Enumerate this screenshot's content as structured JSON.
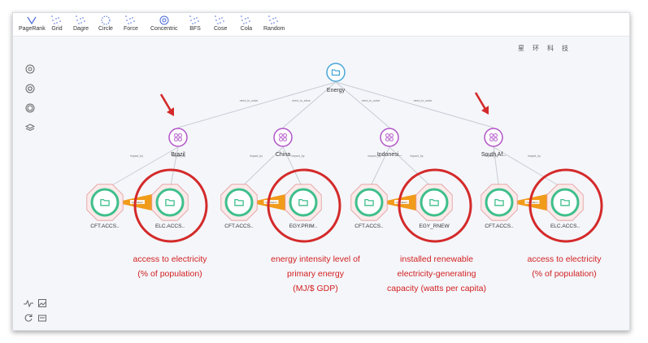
{
  "toolbar": {
    "items": [
      {
        "label": "PageRank",
        "icon": "pagerank-icon"
      },
      {
        "label": "Grid",
        "icon": "grid-layout-icon"
      },
      {
        "label": "Dagre",
        "icon": "dagre-layout-icon"
      },
      {
        "label": "Circle",
        "icon": "circle-layout-icon"
      },
      {
        "label": "Force",
        "icon": "force-layout-icon"
      },
      {
        "label": "Concentric",
        "icon": "concentric-layout-icon"
      },
      {
        "label": "BFS",
        "icon": "bfs-layout-icon"
      },
      {
        "label": "Cose",
        "icon": "cose-layout-icon"
      },
      {
        "label": "Cola",
        "icon": "cola-layout-icon"
      },
      {
        "label": "Random",
        "icon": "random-layout-icon"
      }
    ]
  },
  "brand": "星环科技",
  "graph": {
    "root": {
      "label": "Energy"
    },
    "edge_root_label": "need_to_solve",
    "edge_country_label": "impact_by",
    "edge_link_label": "correlation",
    "countries": [
      {
        "label": "Brazil"
      },
      {
        "label": "China"
      },
      {
        "label": "Indonesi.."
      },
      {
        "label": "South Af.."
      }
    ],
    "indicators": [
      {
        "left": "CFT.ACCS..",
        "right": "ELC.ACCS.."
      },
      {
        "left": "CFT.ACCS..",
        "right": "EGY.PRIM.."
      },
      {
        "left": "CFT.ACCS..",
        "right": "EGY_RNEW"
      },
      {
        "left": "CFT.ACCS..",
        "right": "ELC.ACCS.."
      }
    ]
  },
  "captions": [
    [
      "access to electricity",
      "(% of population)"
    ],
    [
      "energy intensity level of",
      "primary energy",
      "(MJ/$ GDP)"
    ],
    [
      "installed renewable",
      "electricity-generating",
      "capacity (watts per capita)"
    ],
    [
      "access to electricity",
      "(% of population)"
    ]
  ],
  "colors": {
    "root": "#4aa6d8",
    "country": "#b254c8",
    "indicator": "#3fbf8c",
    "highlight": "#d42a2a",
    "link": "#f0960f",
    "edge": "#c8ccd4"
  }
}
